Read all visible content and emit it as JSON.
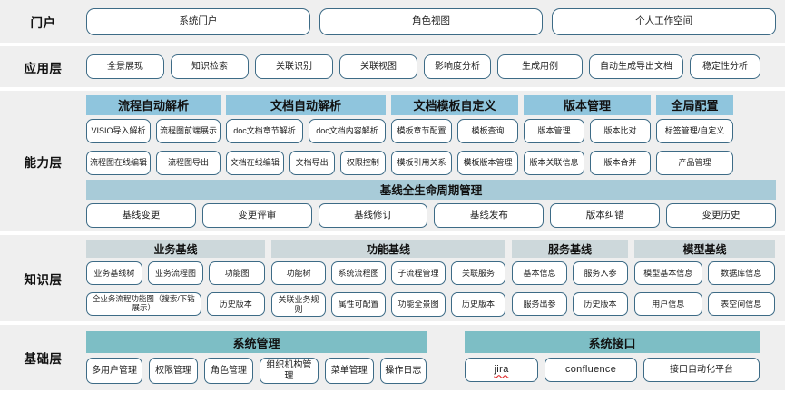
{
  "layers": [
    {
      "label": "门户",
      "items": [
        "系统门户",
        "角色视图",
        "个人工作空间"
      ]
    },
    {
      "label": "应用层",
      "items": [
        "全景展现",
        "知识检索",
        "关联识别",
        "关联视图",
        "影响度分析",
        "生成用例",
        "自动生成导出文档",
        "稳定性分析"
      ]
    },
    {
      "label": "能力层",
      "groups": [
        {
          "title": "流程自动解析",
          "rows": [
            [
              "VISIO导入解析",
              "流程图前端展示"
            ],
            [
              "流程图在线编辑",
              "流程图导出"
            ]
          ]
        },
        {
          "title": "文档自动解析",
          "rows": [
            [
              "doc文档章节解析",
              "doc文档内容解析"
            ],
            [
              "文档在线编辑",
              "文档导出",
              "权限控制"
            ]
          ]
        },
        {
          "title": "文档模板自定义",
          "rows": [
            [
              "模板章节配置",
              "模板查询"
            ],
            [
              "模板引用关系",
              "模板版本管理"
            ]
          ]
        },
        {
          "title": "版本管理",
          "rows": [
            [
              "版本管理",
              "版本比对"
            ],
            [
              "版本关联信息",
              "版本合并"
            ]
          ]
        },
        {
          "title": "全局配置",
          "rows": [
            [
              "标签管理/自定义"
            ],
            [
              "产品管理"
            ]
          ]
        }
      ],
      "baseline": {
        "title": "基线全生命周期管理",
        "items": [
          "基线变更",
          "变更评审",
          "基线修订",
          "基线发布",
          "版本纠错",
          "变更历史"
        ]
      }
    },
    {
      "label": "知识层",
      "groups": [
        {
          "title": "业务基线",
          "rows": [
            [
              "业务基线树",
              "业务流程图",
              "功能图"
            ],
            [
              "全业务流程功能图（搜索/下钻展示）",
              "历史版本"
            ]
          ]
        },
        {
          "title": "功能基线",
          "rows": [
            [
              "功能树",
              "系统流程图",
              "子流程管理",
              "关联服务"
            ],
            [
              "关联业务规则",
              "属性可配置",
              "功能全景图",
              "历史版本"
            ]
          ]
        },
        {
          "title": "服务基线",
          "rows": [
            [
              "基本信息",
              "服务入参"
            ],
            [
              "服务出参",
              "历史版本"
            ]
          ]
        },
        {
          "title": "模型基线",
          "rows": [
            [
              "模型基本信息",
              "数据库信息"
            ],
            [
              "用户信息",
              "表空间信息"
            ]
          ]
        }
      ]
    },
    {
      "label": "基础层",
      "groups": [
        {
          "title": "系统管理",
          "rows": [
            [
              "多用户管理",
              "权限管理",
              "角色管理",
              "组织机构管理",
              "菜单管理",
              "操作日志"
            ]
          ]
        },
        {
          "title": "系统接口",
          "rows": [
            [
              "jira",
              "confluence",
              "接口自动化平台"
            ]
          ]
        }
      ]
    }
  ],
  "colors": {
    "band": "#efefef",
    "chip_border": "#3d6b86",
    "capability_header": "#8fc5dd",
    "baseline_header": "#a8cbd8",
    "knowledge_header": "#cdd8db",
    "infra_header": "#7dbec5",
    "spellcheck_underline": "#e03131"
  }
}
